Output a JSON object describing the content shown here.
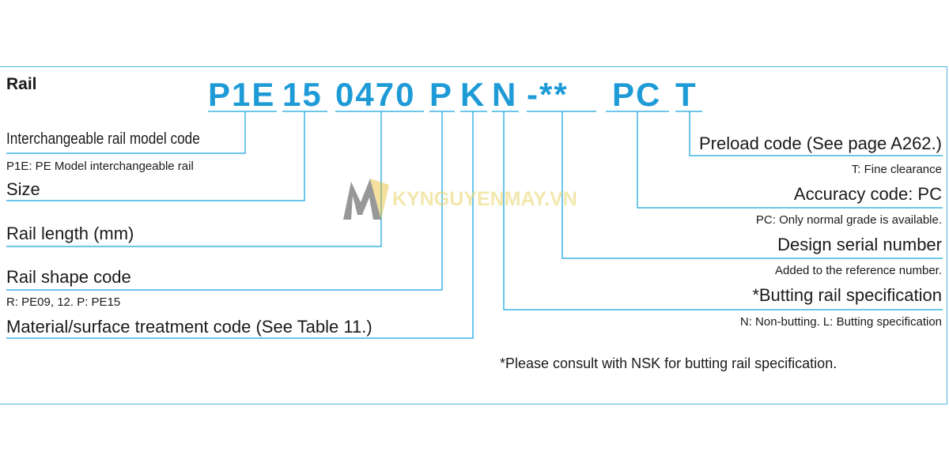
{
  "diagram": {
    "title": "Rail",
    "code_parts": [
      "P1E",
      "15",
      "0470",
      "P",
      "K",
      "N",
      "-**",
      "PC",
      "T"
    ],
    "left_labels": {
      "model_code": "Interchangeable rail model code",
      "model_code_note": "P1E: PE Model interchangeable rail",
      "size": "Size",
      "rail_length": "Rail length (mm)",
      "shape_code": "Rail shape code",
      "shape_code_note": "R: PE09, 12.  P: PE15",
      "material_code": "Material/surface treatment code (See Table 11.)"
    },
    "right_labels": {
      "preload": "Preload code (See page A262.)",
      "preload_note": "T: Fine clearance",
      "accuracy": "Accuracy code: PC",
      "accuracy_note": "PC: Only normal grade is available.",
      "design_serial": "Design serial number",
      "design_serial_note": "Added to the reference number.",
      "butting": "*Butting rail specification",
      "butting_note": "N: Non-butting. L: Butting specification"
    },
    "footnote": "*Please consult with NSK for butting rail specification."
  },
  "watermark": {
    "text": "KYNGUYENMAY.VN",
    "color": "#e9d46a"
  },
  "colors": {
    "accent": "#1e9bd7",
    "line": "#3fb3e3",
    "text": "#1a1a1a"
  }
}
